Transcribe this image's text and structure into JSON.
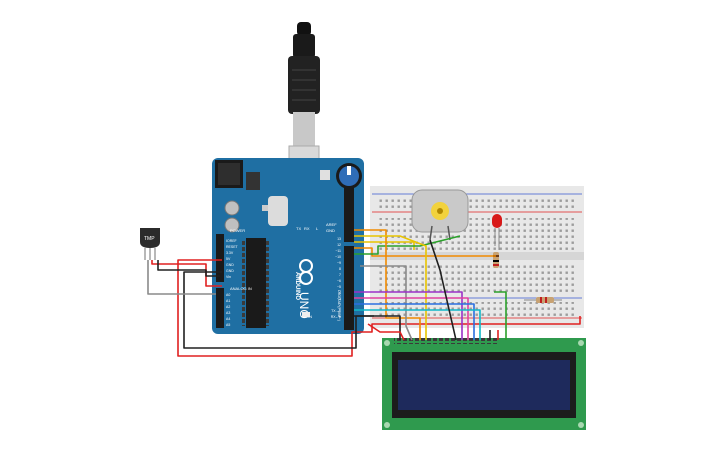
{
  "board": {
    "logo_text": "ARDUINO",
    "model_text": "UNO",
    "digital_label": "DIGITAL (PWM~)",
    "power_label": "POWER",
    "analog_label": "ANALOG IN",
    "aref_label": "AREF",
    "gnd_label": "GND",
    "tx_label": "TX",
    "rx_label": "RX",
    "on_label": "ON",
    "l_label": "L",
    "power_pins": [
      "IOREF",
      "RESET",
      "3.3V",
      "5V",
      "GND",
      "GND",
      "Vin"
    ],
    "analog_pins": [
      "A0",
      "A1",
      "A2",
      "A3",
      "A4",
      "A5"
    ],
    "digital_pins": [
      "13",
      "12",
      "~11",
      "~10",
      "~9",
      "8",
      "7",
      "~6",
      "~5",
      "4",
      "~3",
      "2",
      "TX→1",
      "RX←0"
    ]
  },
  "sensor": {
    "label": "TMP"
  },
  "colors": {
    "board": "#1f6fa3",
    "board_dark": "#15557f",
    "breadboard": "#e8e8e8",
    "lcd_pcb": "#2f9a4e",
    "lcd_screen": "#1e2a5c",
    "wire_red": "#e02020",
    "wire_black": "#202020",
    "wire_gray": "#8a8a8a",
    "wire_orange": "#f08a00",
    "wire_yellow": "#e8c400",
    "wire_green": "#2aa02a",
    "wire_purple": "#9b30c8",
    "wire_blue": "#2a6fe0",
    "wire_cyan": "#10b8c8",
    "wire_pink": "#e040a0"
  },
  "icons": [
    "usb-cable-icon",
    "potentiometer-icon",
    "dc-motor-icon",
    "led-icon",
    "resistor-icon",
    "temperature-sensor-icon",
    "lcd-display-icon"
  ]
}
